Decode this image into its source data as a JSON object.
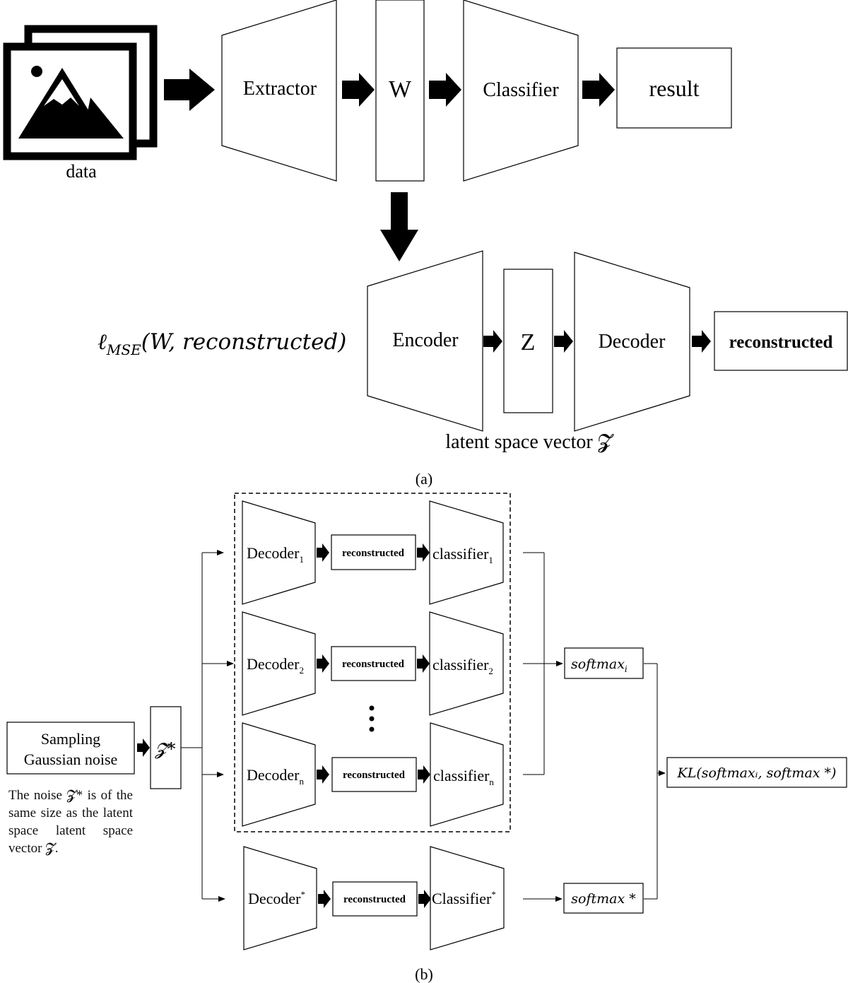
{
  "part_a": {
    "data_label": "data",
    "extractor_label": "Extractor",
    "w_label": "W",
    "classifier_label": "Classifier",
    "result_label": "result",
    "loss_expr": "ℓ",
    "loss_sub": "MSE",
    "loss_args": "(W, reconstructed)",
    "encoder_label": "Encoder",
    "z_label": "Z",
    "decoder_label": "Decoder",
    "reconstructed_label": "reconstructed",
    "latent_caption": "latent space vector 𝓩",
    "panel_label": "(a)"
  },
  "part_b": {
    "noise_line1": "Sampling",
    "noise_line2": "Gaussian noise",
    "z_star_label": "𝓩*",
    "noise_caption": "The noise 𝓩* is of the same size as the latent space latent space vector 𝓩.",
    "rows": [
      {
        "decoder": "Decoder",
        "decoder_sub": "1",
        "recon": "reconstructed",
        "classifier": "classifier",
        "classifier_sub": "1"
      },
      {
        "decoder": "Decoder",
        "decoder_sub": "2",
        "recon": "reconstructed",
        "classifier": "classifier",
        "classifier_sub": "2"
      },
      {
        "decoder": "Decoder",
        "decoder_sub": "n",
        "recon": "reconstructed",
        "classifier": "classifier",
        "classifier_sub": "n"
      }
    ],
    "star_row": {
      "decoder": "Decoder",
      "decoder_sup": "*",
      "recon": "reconstructed",
      "classifier": "Classifier",
      "classifier_sup": "*"
    },
    "softmax_i": "softmax",
    "softmax_i_sub": "i",
    "softmax_star": "softmax *",
    "kl_label": "KL(softmaxᵢ, softmax *)",
    "ellipsis": "⋮",
    "panel_label": "(b)"
  }
}
